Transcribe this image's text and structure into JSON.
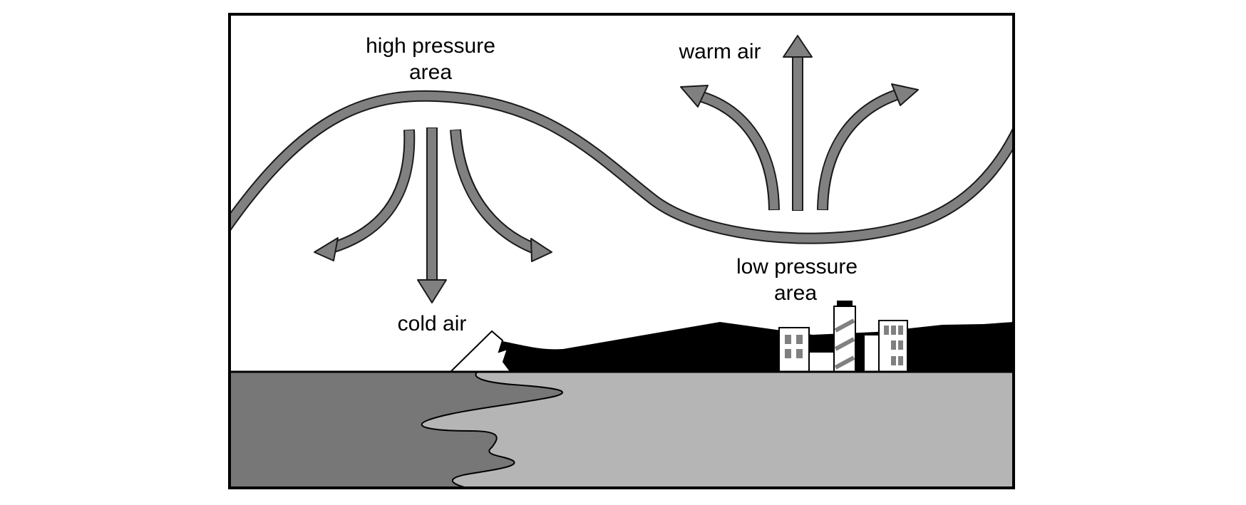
{
  "diagram": {
    "labels": {
      "high_pressure_line1": "high pressure",
      "high_pressure_line2": "area",
      "warm_air": "warm air",
      "low_pressure_line1": "low pressure",
      "low_pressure_line2": "area",
      "cold_air": "cold air"
    },
    "colors": {
      "frame": "#000000",
      "background": "#ffffff",
      "jet_stream": "#808080",
      "arrow_fill": "#808080",
      "arrow_outline": "#1a1a1a",
      "water": "#777777",
      "land": "#b5b5b5",
      "hills": "#000000",
      "snow_mountain": "#ffffff",
      "buildings": "#ffffff",
      "windows": "#808080"
    }
  }
}
